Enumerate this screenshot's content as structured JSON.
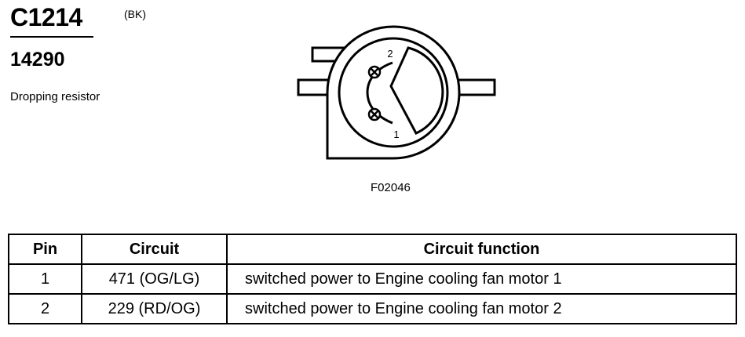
{
  "connector": {
    "id": "C1214",
    "color_code": "(BK)",
    "part_number": "14290",
    "description": "Dropping resistor",
    "figure_code": "F02046",
    "pin_labels": [
      "2",
      "1"
    ]
  },
  "table": {
    "headers": [
      "Pin",
      "Circuit",
      "Circuit function"
    ],
    "rows": [
      {
        "pin": "1",
        "circuit": "471 (OG/LG)",
        "function": "switched power to Engine cooling fan motor 1"
      },
      {
        "pin": "2",
        "circuit": "229 (RD/OG)",
        "function": "switched power to Engine cooling fan motor 2"
      }
    ]
  }
}
